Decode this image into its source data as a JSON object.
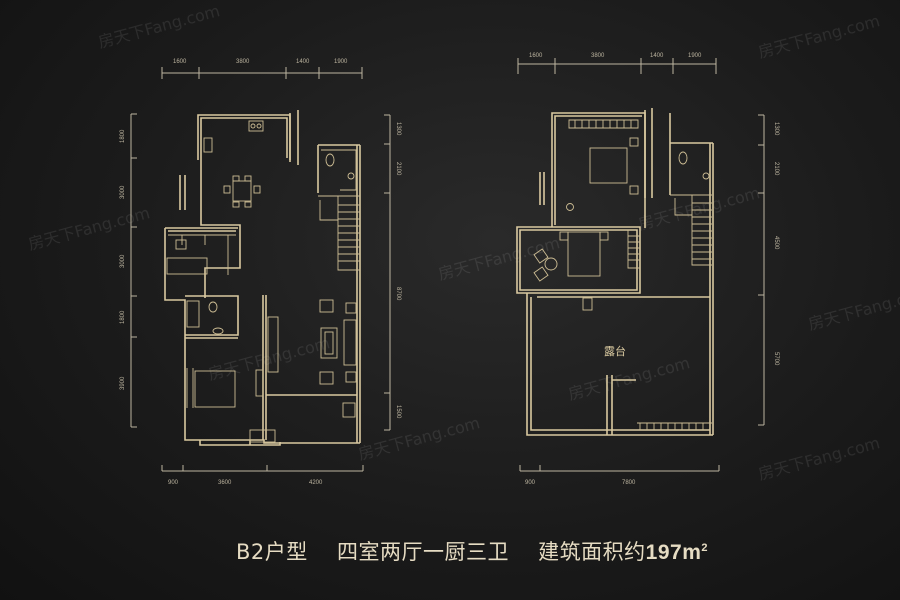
{
  "caption": {
    "unit_type": "B2户型",
    "layout": "四室两厅一厨三卫",
    "area_label": "建筑面积约",
    "area_value": "197",
    "area_unit": "m",
    "area_sup": "2"
  },
  "plan_left": {
    "top_dims": [
      "1600",
      "3800",
      "1400",
      "1900"
    ],
    "left_dims": [
      "1800",
      "3000",
      "3000",
      "1800",
      "3900"
    ],
    "right_dims": [
      "1300",
      "2100",
      "8700",
      "1500"
    ],
    "bottom_dims": [
      "900",
      "3600",
      "4200"
    ]
  },
  "plan_right": {
    "top_dims": [
      "1600",
      "3800",
      "1400",
      "1900"
    ],
    "right_dims": [
      "1300",
      "2100",
      "4500",
      "5700"
    ],
    "bottom_dims": [
      "900",
      "7800"
    ],
    "terrace_label": "露台"
  },
  "watermark": "房天下Fang.com",
  "colors": {
    "line": "#d9c9a0",
    "background": "#1b1b1b"
  }
}
